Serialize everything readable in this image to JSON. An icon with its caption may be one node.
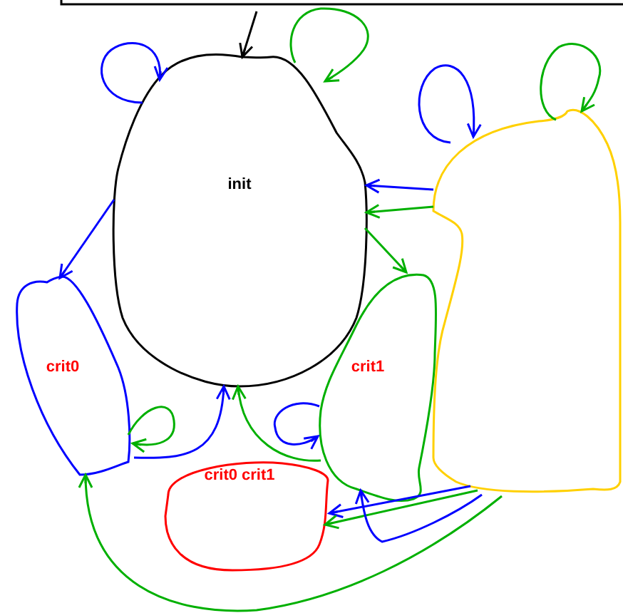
{
  "diagram": {
    "nodes": [
      {
        "text": [
          "init"
        ]
      },
      {
        "text": [
          "crit0"
        ]
      },
      {
        "text": [
          "crit1"
        ]
      },
      {
        "text": [
          "crit0 crit1"
        ]
      },
      {
        "text": [],
        "shape": "blob"
      }
    ],
    "edges": [
      {
        "from": null,
        "to": 0,
        "arrow": "to",
        "color": "#000000"
      },
      {
        "from": 0,
        "to": 0,
        "arrow": "to",
        "color": "#0000ff"
      },
      {
        "from": 0,
        "to": 0,
        "arrow": "to",
        "color": "#00b000"
      },
      {
        "from": 4,
        "to": 4,
        "arrow": "to",
        "color": "#0000ff"
      },
      {
        "from": 4,
        "to": 4,
        "arrow": "to",
        "color": "#00b000"
      },
      {
        "from": 4,
        "to": 0,
        "arrow": "to",
        "color": "#0000ff"
      },
      {
        "from": 4,
        "to": 0,
        "arrow": "to",
        "color": "#00b000"
      },
      {
        "from": 0,
        "to": 1,
        "arrow": "to",
        "color": "#0000ff"
      },
      {
        "from": 0,
        "to": 2,
        "arrow": "to",
        "color": "#00b000"
      },
      {
        "from": 1,
        "to": 1,
        "arrow": "to",
        "color": "#00b000"
      },
      {
        "from": 1,
        "to": 0,
        "arrow": "to",
        "color": "#0000ff"
      },
      {
        "from": 2,
        "to": 0,
        "arrow": "to",
        "color": "#00b000"
      },
      {
        "from": 2,
        "to": 2,
        "arrow": "to",
        "color": "#0000ff"
      },
      {
        "from": 4,
        "to": 3,
        "arrow": "to",
        "color": "#0000ff"
      },
      {
        "from": 4,
        "to": 3,
        "arrow": "to",
        "color": "#00b000"
      },
      {
        "from": 4,
        "to": 2,
        "arrow": "to",
        "color": "#0000ff"
      },
      {
        "from": 4,
        "to": 1,
        "arrow": "to",
        "color": "#00b000"
      }
    ]
  }
}
